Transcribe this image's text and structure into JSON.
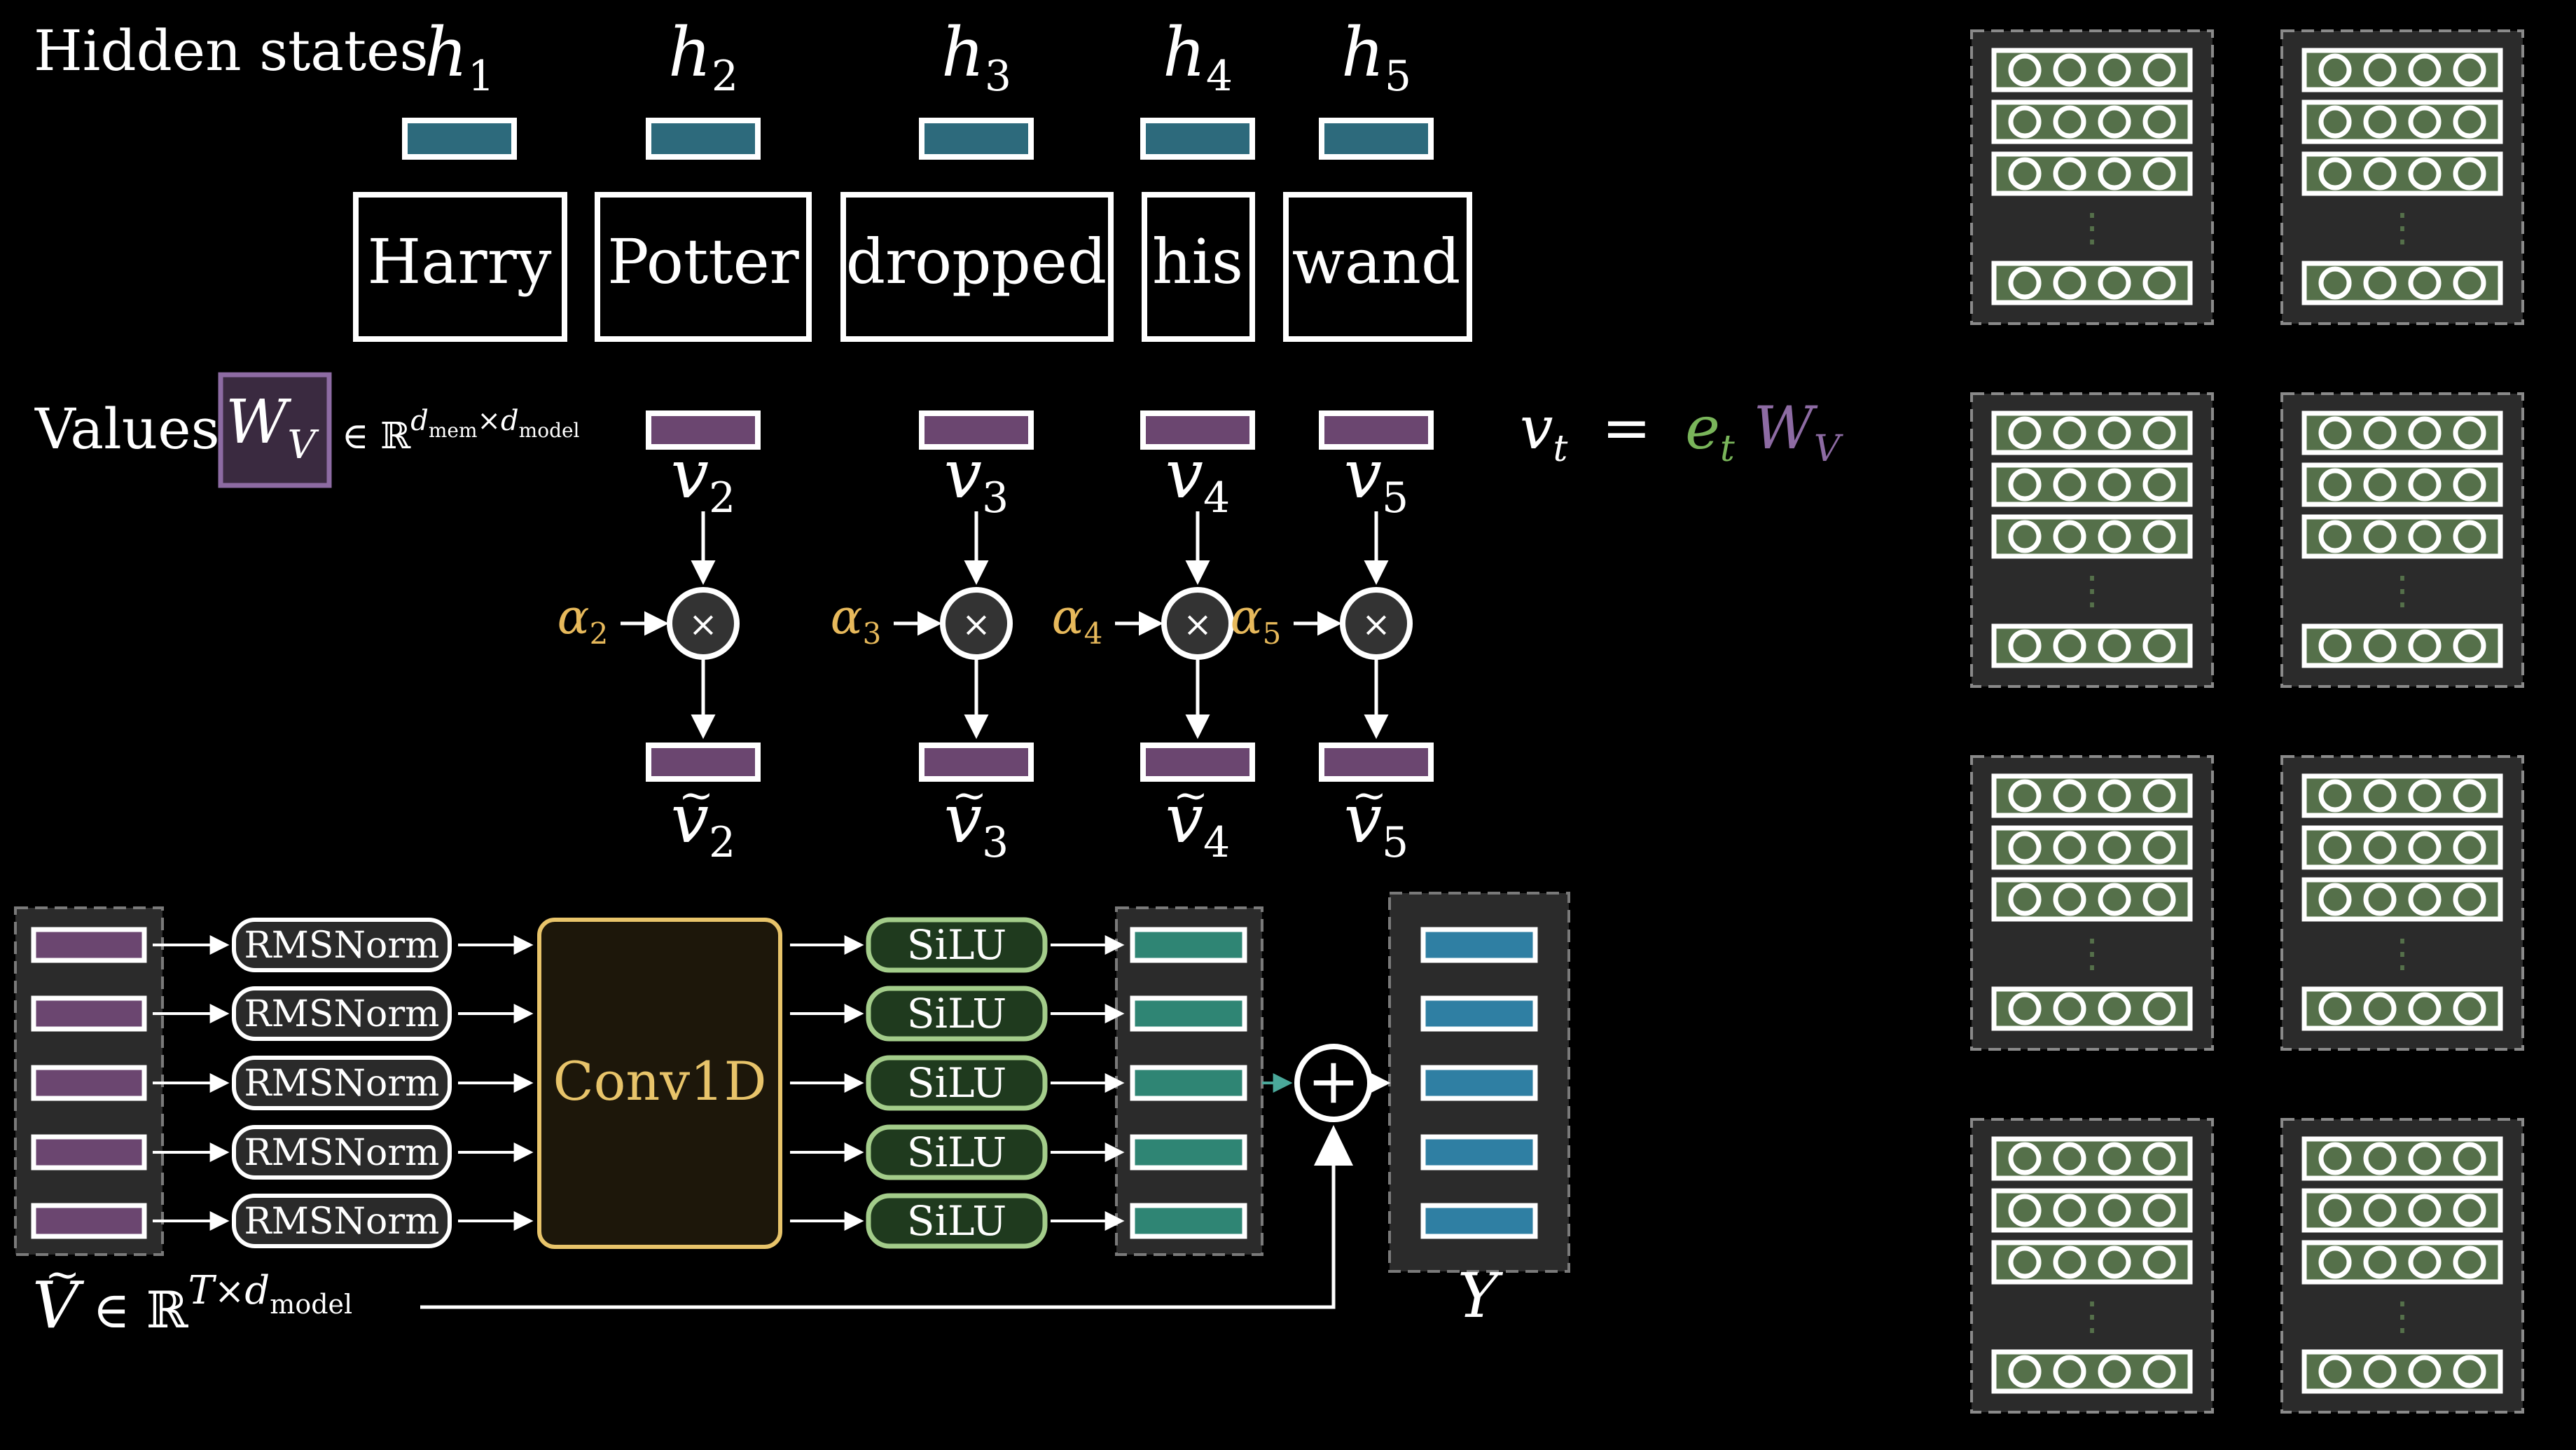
{
  "colors": {
    "background": "#000000",
    "hidden_bar": "#2d6a7c",
    "value_bar": "#6b4670",
    "alpha": "#e7b95b",
    "silu_fill": "#1f3a1e",
    "silu_stroke": "#a3cc8a",
    "conv_stroke": "#e8c46a",
    "conv_fill": "#1d170a",
    "conv_out_bar": "#2f8574",
    "y_bar": "#2f7fa3",
    "panel": "#2b2b2b",
    "memory_slot": "#55704a",
    "e_green": "#79b55a",
    "w_purple": "#8d6ba3"
  },
  "hidden": {
    "title": "Hidden states",
    "tokens": [
      "Harry",
      "Potter",
      "dropped",
      "his",
      "wand"
    ],
    "labels": [
      {
        "base": "h",
        "sub": "1"
      },
      {
        "base": "h",
        "sub": "2"
      },
      {
        "base": "h",
        "sub": "3"
      },
      {
        "base": "h",
        "sub": "4"
      },
      {
        "base": "h",
        "sub": "5"
      }
    ]
  },
  "values": {
    "title": "Values",
    "w_base": "W",
    "w_sub": "V",
    "dim_in": "∈ ℝ",
    "dim_exp_a": "d",
    "dim_exp_a_sub": "mem",
    "dim_exp_times": "×",
    "dim_exp_b": "d",
    "dim_exp_b_sub": "model",
    "v_labels": [
      {
        "base": "v",
        "sub": "2"
      },
      {
        "base": "v",
        "sub": "3"
      },
      {
        "base": "v",
        "sub": "4"
      },
      {
        "base": "v",
        "sub": "5"
      }
    ],
    "alphas": [
      {
        "base": "α",
        "sub": "2"
      },
      {
        "base": "α",
        "sub": "3"
      },
      {
        "base": "α",
        "sub": "4"
      },
      {
        "base": "α",
        "sub": "5"
      }
    ],
    "tilde_labels": [
      {
        "base": "v",
        "sub": "2"
      },
      {
        "base": "v",
        "sub": "3"
      },
      {
        "base": "v",
        "sub": "4"
      },
      {
        "base": "v",
        "sub": "5"
      }
    ],
    "multiply_glyph": "×",
    "tilde_glyph": "~"
  },
  "equation": {
    "lhs_base": "v",
    "lhs_sub": "t",
    "eq": "=",
    "e_base": "e",
    "e_sub": "t",
    "w_base": "W",
    "w_sub": "V"
  },
  "pipeline": {
    "norm_label": "RMSNorm",
    "conv_label": "Conv1D",
    "act_label": "SiLU",
    "plus_glyph": "+",
    "v_tilde_base": "V",
    "v_tilde_dim": "∈ ℝ",
    "v_tilde_exp_a": "T",
    "v_tilde_exp_times": "×",
    "v_tilde_exp_b": "d",
    "v_tilde_exp_b_sub": "model",
    "output_label": "Y"
  },
  "memory": {
    "slot_glyph": "O",
    "ellipsis_glyph": "⋮"
  }
}
